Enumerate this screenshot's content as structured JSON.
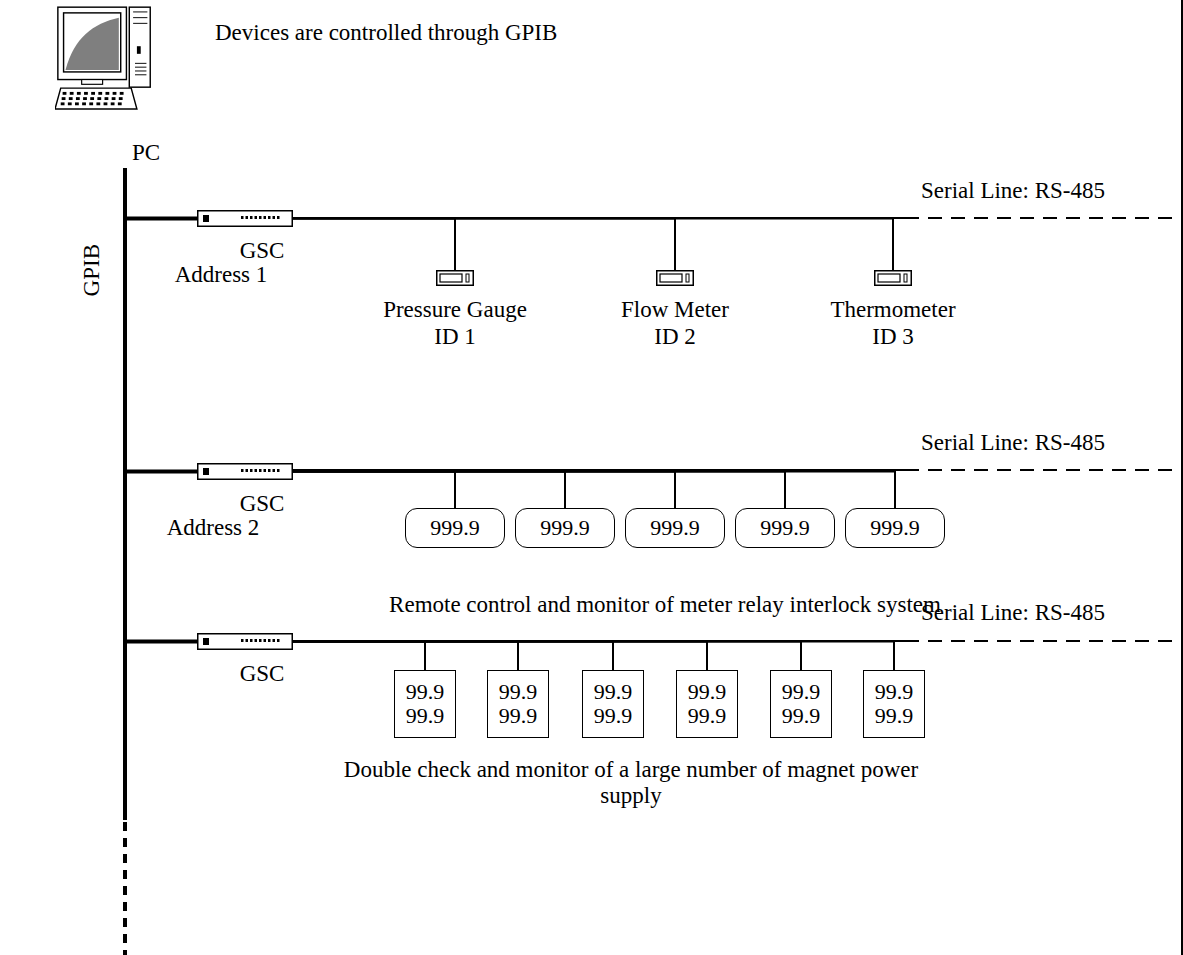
{
  "diagram": {
    "nodes": [
      {
        "text": [
          "PC"
        ]
      },
      {
        "text": [
          "GSC",
          "Address 1"
        ]
      },
      {
        "text": [
          "Pressure Gauge",
          "ID 1"
        ]
      },
      {
        "text": [
          "Flow Meter",
          "ID 2"
        ]
      },
      {
        "text": [
          "Thermometer",
          "ID 3"
        ]
      },
      {
        "text": [
          "GSC",
          "Address 2"
        ]
      },
      {
        "text": [
          "999.9"
        ]
      },
      {
        "text": [
          "999.9"
        ]
      },
      {
        "text": [
          "999.9"
        ]
      },
      {
        "text": [
          "999.9"
        ]
      },
      {
        "text": [
          "999.9"
        ]
      },
      {
        "text": [
          "GSC"
        ]
      },
      {
        "text": [
          "99.9",
          "99.9"
        ]
      },
      {
        "text": [
          "99.9",
          "99.9"
        ]
      },
      {
        "text": [
          "99.9",
          "99.9"
        ]
      },
      {
        "text": [
          "99.9",
          "99.9"
        ]
      },
      {
        "text": [
          "99.9",
          "99.9"
        ]
      },
      {
        "text": [
          "99.9",
          "99.9"
        ]
      }
    ],
    "edges": [
      {
        "from": 0,
        "to": 1,
        "arrow": "none"
      },
      {
        "from": 0,
        "to": 5,
        "arrow": "none"
      },
      {
        "from": 0,
        "to": 11,
        "arrow": "none"
      },
      {
        "from": 1,
        "to": 2,
        "arrow": "none"
      },
      {
        "from": 1,
        "to": 3,
        "arrow": "none"
      },
      {
        "from": 1,
        "to": 4,
        "arrow": "none"
      },
      {
        "from": 5,
        "to": 6,
        "arrow": "none"
      },
      {
        "from": 5,
        "to": 7,
        "arrow": "none"
      },
      {
        "from": 5,
        "to": 8,
        "arrow": "none"
      },
      {
        "from": 5,
        "to": 9,
        "arrow": "none"
      },
      {
        "from": 5,
        "to": 10,
        "arrow": "none"
      },
      {
        "from": 11,
        "to": 12,
        "arrow": "none"
      },
      {
        "from": 11,
        "to": 13,
        "arrow": "none"
      },
      {
        "from": 11,
        "to": 14,
        "arrow": "none"
      },
      {
        "from": 11,
        "to": 15,
        "arrow": "none"
      },
      {
        "from": 11,
        "to": 16,
        "arrow": "none"
      },
      {
        "from": 11,
        "to": 17,
        "arrow": "none"
      }
    ],
    "labels": [
      "Devices are controlled through GPIB",
      "GPIB",
      "Serial Line: RS-485",
      "Serial Line: RS-485",
      "Serial Line: RS-485",
      "Remote control and monitor of meter relay interlock system",
      "Double check and monitor of a large number of magnet power supply"
    ]
  }
}
